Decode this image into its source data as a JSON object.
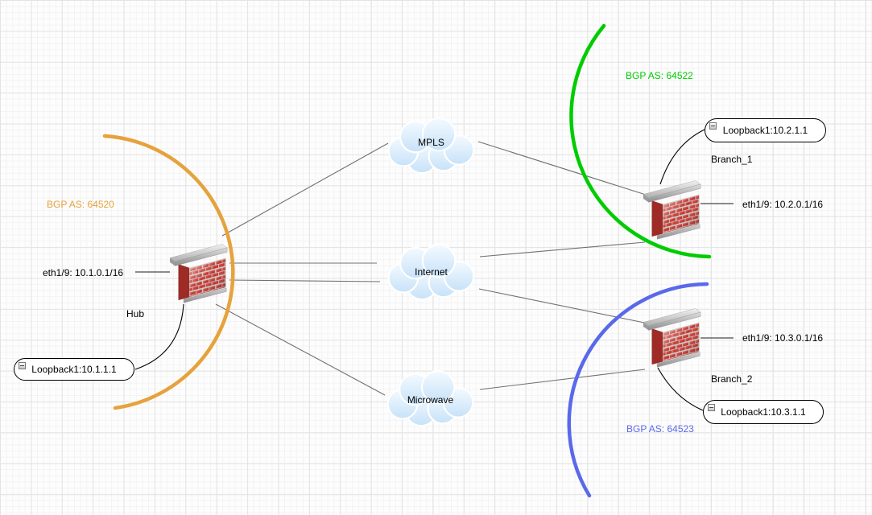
{
  "nodes": {
    "hub": {
      "name": "Hub",
      "bgp_as": "BGP AS: 64520",
      "interface": "eth1/9: 10.1.0.1/16",
      "loopback": "Loopback1:10.1.1.1",
      "accent_color": "#E6A23C",
      "icon": "firewall-icon"
    },
    "branch1": {
      "name": "Branch_1",
      "bgp_as": "BGP AS: 64522",
      "interface": "eth1/9: 10.2.0.1/16",
      "loopback": "Loopback1:10.2.1.1",
      "accent_color": "#00CC00",
      "icon": "firewall-icon"
    },
    "branch2": {
      "name": "Branch_2",
      "bgp_as": "BGP AS: 64523",
      "interface": "eth1/9: 10.3.0.1/16",
      "loopback": "Loopback1:10.3.1.1",
      "accent_color": "#5A69EB",
      "icon": "firewall-icon"
    }
  },
  "transports": {
    "mpls": {
      "label": "MPLS",
      "icon": "cloud-icon"
    },
    "internet": {
      "label": "Internet",
      "icon": "cloud-icon"
    },
    "microwave": {
      "label": "Microwave",
      "icon": "cloud-icon"
    }
  },
  "icons": {
    "node_icon": "firewall-brick-wall-icon",
    "transport_icon": "cloud-icon",
    "callout_toggle_icon": "collapse-minus-icon"
  },
  "colors": {
    "hub_boundary_arc": "#E6A23C",
    "branch1_boundary_arc": "#00CC00",
    "branch2_boundary_arc": "#5A69EB",
    "link_line": "#707070",
    "callout_connector": "#000000",
    "cloud_fill_top": "#F2F9FF",
    "cloud_fill_bottom": "#C7E2F8",
    "brick_red": "#C63832"
  }
}
